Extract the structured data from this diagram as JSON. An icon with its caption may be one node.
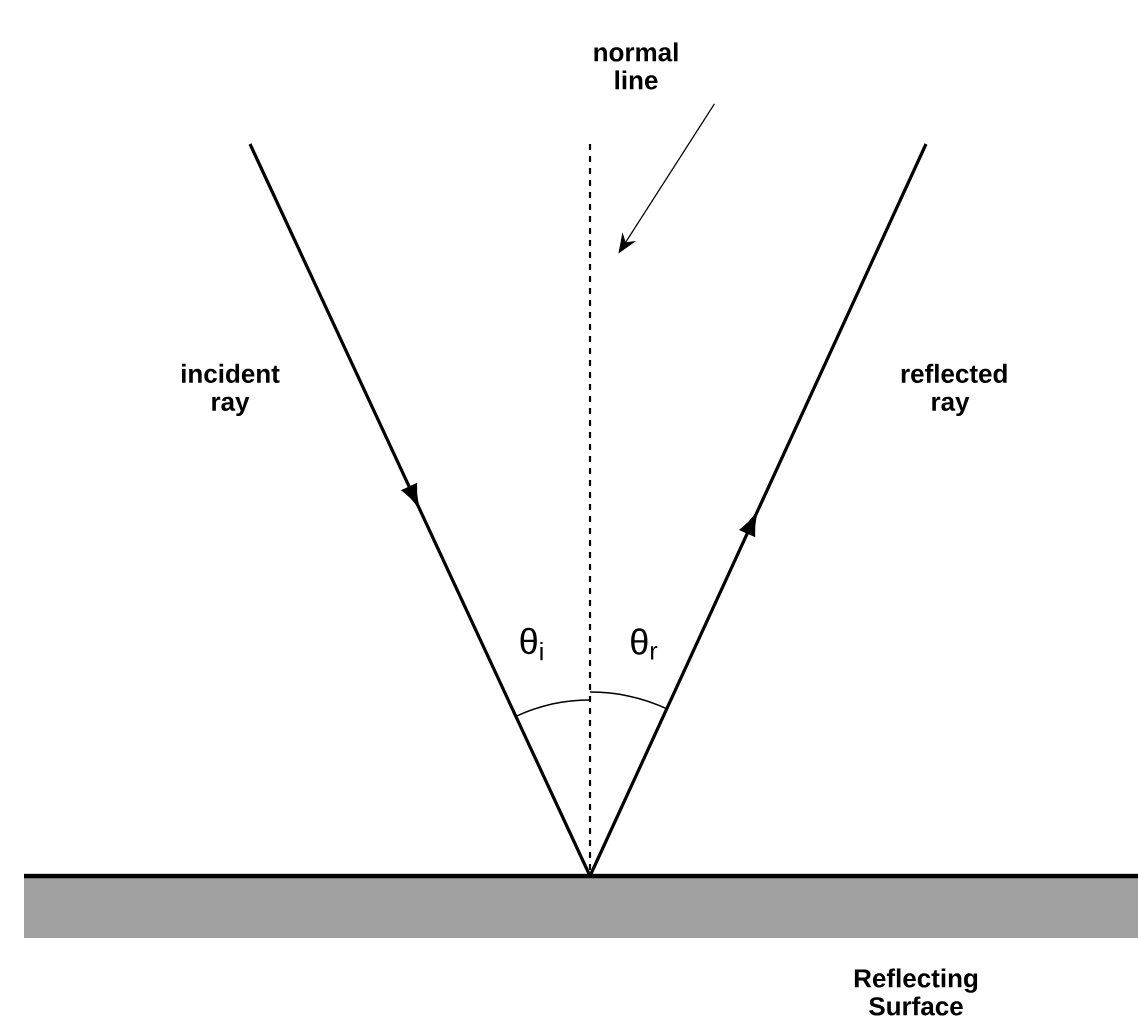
{
  "diagram": {
    "nodes": [
      {
        "text": [
          "normal line"
        ]
      },
      {
        "text": [],
        "shape": "line"
      }
    ],
    "edges": [
      {
        "from": 0,
        "to": 1,
        "arrow": "to"
      }
    ],
    "labels": [
      "incident ray",
      "reflected ray",
      "θ$_{i}$",
      "θ$_{r}$",
      "Reflecting Surface"
    ]
  }
}
